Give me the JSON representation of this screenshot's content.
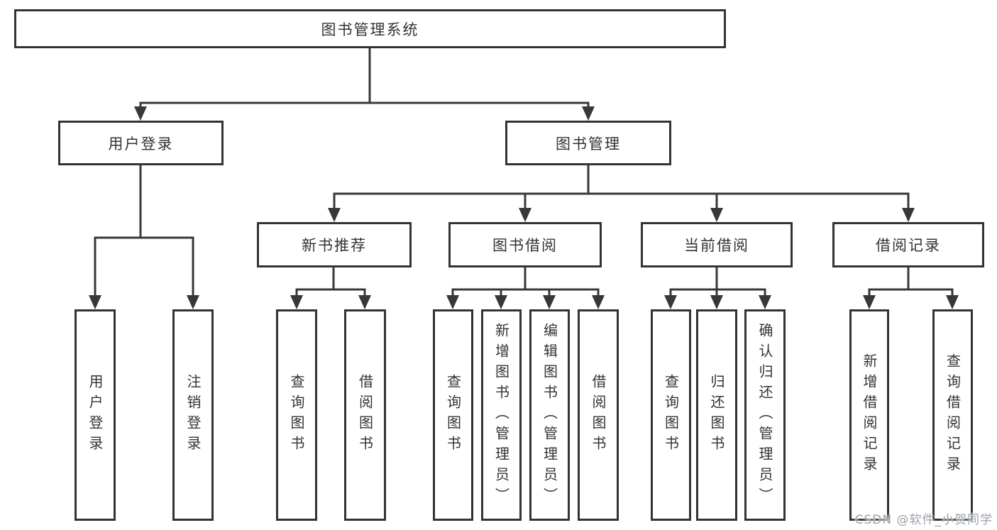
{
  "diagram": {
    "nodes": {
      "root": "图书管理系统",
      "user_login": "用户登录",
      "book_mgmt": "图书管理",
      "new_book_rec": "新书推荐",
      "book_borrow": "图书借阅",
      "current_borrow": "当前借阅",
      "borrow_records": "借阅记录",
      "ul_login": "用户登录",
      "ul_logout": "注销登录",
      "nbr_query": "查询图书",
      "nbr_borrow": "借阅图书",
      "bb_query": "查询图书",
      "bb_add": "新增图书（管理员）",
      "bb_edit": "编辑图书（管理员）",
      "bb_borrow": "借阅图书",
      "cb_query": "查询图书",
      "cb_return": "归还图书",
      "cb_confirm": "确认归还（管理员）",
      "br_add": "新增借阅记录",
      "br_query": "查询借阅记录"
    }
  },
  "watermark": {
    "text": "CSDN @软件_小贺同学"
  },
  "colors": {
    "background": "#ffffff",
    "line": "#383838",
    "box_border": "#333333",
    "text": "#333333",
    "watermark": "#9aa0a8"
  }
}
